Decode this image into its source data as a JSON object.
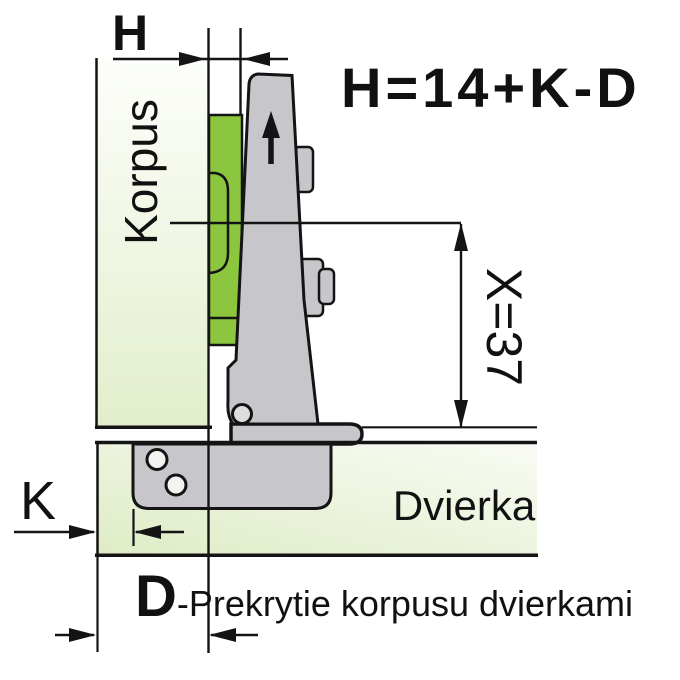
{
  "diagram": {
    "formula": "H=14+K-D",
    "labels": {
      "h": "H",
      "k": "K",
      "x": "X=37",
      "korpus": "Korpus",
      "dvierka": "Dvierka"
    },
    "caption": {
      "letter": "D",
      "text": "-Prekrytie korpusu dvierkami"
    },
    "colors": {
      "plate_green": "#8cc63e",
      "hinge_gray": "#c7c7cb",
      "panel_tint": "#e4f0d3",
      "line": "#141414"
    }
  }
}
